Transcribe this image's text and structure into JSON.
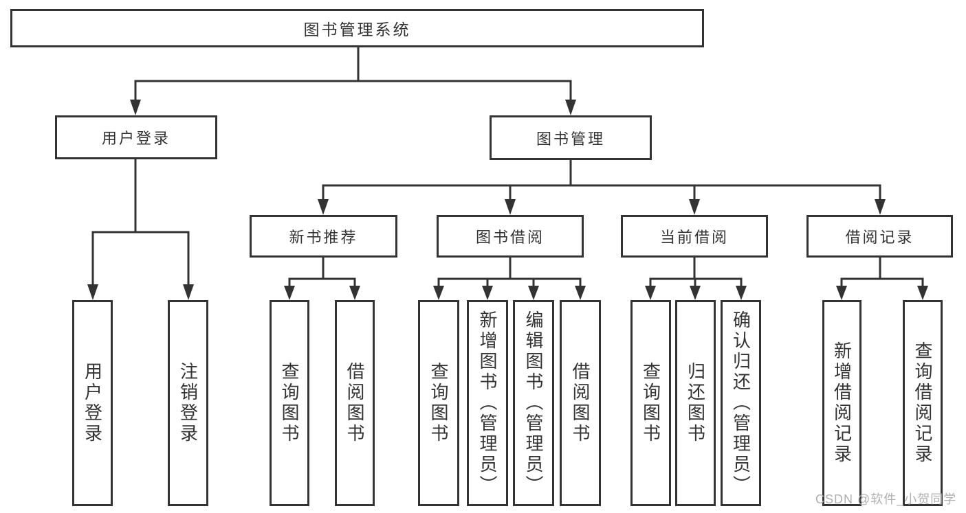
{
  "diagram": {
    "type": "hierarchy-tree",
    "line_color": "#333333",
    "box_background": "#ffffff",
    "watermark_color": "#b0b0b0"
  },
  "tree": {
    "root": {
      "label": "图书管理系统",
      "children": [
        {
          "label": "用户登录",
          "children": [
            {
              "label": "用户登录"
            },
            {
              "label": "注销登录"
            }
          ]
        },
        {
          "label": "图书管理",
          "children": [
            {
              "label": "新书推荐",
              "children": [
                {
                  "label": "查询图书"
                },
                {
                  "label": "借阅图书"
                }
              ]
            },
            {
              "label": "图书借阅",
              "children": [
                {
                  "label": "查询图书"
                },
                {
                  "label": "新增图书（管理员）"
                },
                {
                  "label": "编辑图书（管理员）"
                },
                {
                  "label": "借阅图书"
                }
              ]
            },
            {
              "label": "当前借阅",
              "children": [
                {
                  "label": "查询图书"
                },
                {
                  "label": "归还图书"
                },
                {
                  "label": "确认归还（管理员）"
                }
              ]
            },
            {
              "label": "借阅记录",
              "children": [
                {
                  "label": "新增借阅记录"
                },
                {
                  "label": "查询借阅记录"
                }
              ]
            }
          ]
        }
      ]
    }
  },
  "watermark": {
    "text": "CSDN @软件_小贺同学"
  }
}
